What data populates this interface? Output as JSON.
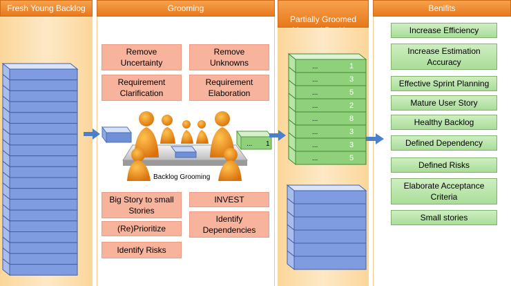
{
  "columns": {
    "fresh": "Fresh Young Backlog",
    "grooming": "Grooming",
    "partial": "Partially Groomed\nMatured Backlog",
    "benefits": "Benifits"
  },
  "grooming_tasks": {
    "remove_uncertainty": "Remove\nUncertainty",
    "remove_unknowns": "Remove\nUnknowns",
    "requirement_clarification": "Requirement\nClarification",
    "requirement_elaboration": "Requirement\nElaboration",
    "big_story": "Big Story to small\nStories",
    "invest": "INVEST",
    "reprioritize": "(Re)Prioritize",
    "identify_dependencies": "Identify\nDependencies",
    "identify_risks": "Identify Risks"
  },
  "meeting_label": "Backlog Grooming",
  "single_item": {
    "dots": "...",
    "points": "1"
  },
  "groomed_items": [
    {
      "dots": "...",
      "points": "1"
    },
    {
      "dots": "...",
      "points": "3"
    },
    {
      "dots": "...",
      "points": "5"
    },
    {
      "dots": "...",
      "points": "2"
    },
    {
      "dots": "...",
      "points": "8"
    },
    {
      "dots": "...",
      "points": "3"
    },
    {
      "dots": "...",
      "points": "3"
    },
    {
      "dots": "...",
      "points": "5"
    }
  ],
  "benefits": [
    "Increase Efficiency",
    "Increase Estimation\nAccuracy",
    "Effective Sprint Planning",
    "Mature User Story",
    "Healthy Backlog",
    "Defined Dependency",
    "Defined Risks",
    "Elaborate Acceptance\nCriteria",
    "Small stories"
  ],
  "colors": {
    "header_orange": "#e8781c",
    "task_salmon": "#f7b39c",
    "benefit_green": "#a9dd98",
    "stack_blue": "#6f8fd6",
    "stack_green": "#6fbf55",
    "arrow_blue": "#4a7fc9"
  }
}
